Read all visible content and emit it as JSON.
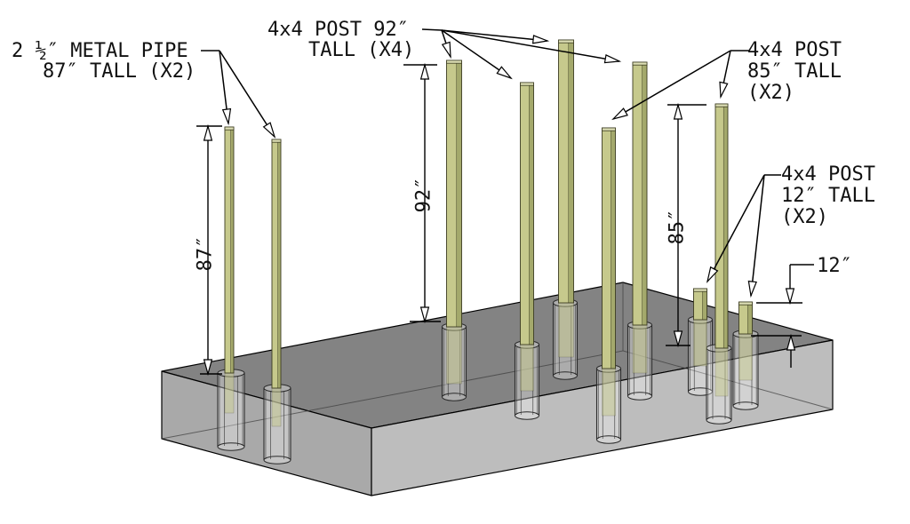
{
  "figure": {
    "type": "isometric-construction-diagram",
    "background": "#ffffff",
    "colors": {
      "line": "#000000",
      "slab_top": "#838383",
      "slab_front_left": "#a2a2a2",
      "slab_front_right": "#b7b7b7",
      "hidden_edge": "#3d3d3d",
      "post_face": "#c6c98c",
      "post_side": "#a4a96c",
      "post_top": "#dddeb5",
      "post_edge": "#3c3c22",
      "sleeve_line": "#2a2a2a"
    },
    "labels": {
      "metal_pipe": {
        "line1": "2 ½″ METAL PIPE",
        "line2": "87″ TALL (X2)"
      },
      "post_92": {
        "line1": "4x4 POST 92″",
        "line2": "TALL (X4)"
      },
      "post_85": {
        "line1": "4x4 POST",
        "line2": "85″ TALL",
        "line3": "(X2)"
      },
      "post_12": {
        "line1": "4x4 POST",
        "line2": "12″ TALL",
        "line3": "(X2)"
      }
    },
    "dims": {
      "d87": "87″",
      "d92": "92″",
      "d85": "85″",
      "d12": "12″"
    },
    "counts": {
      "metal_pipes": 2,
      "posts_92": 4,
      "posts_85": 2,
      "posts_12": 2,
      "sleeves": 10
    }
  }
}
